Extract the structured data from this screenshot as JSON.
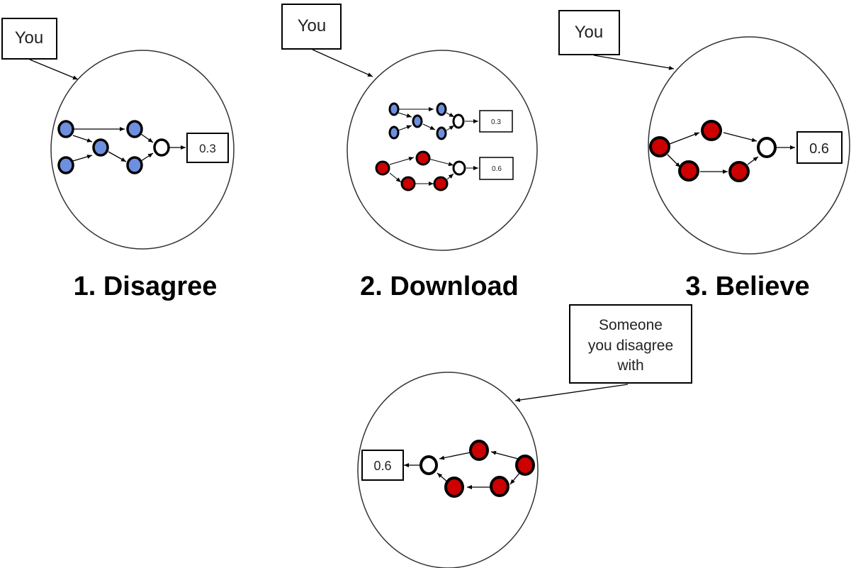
{
  "colors": {
    "believer_a": "#6d8fe0",
    "believer_b": "#cc0000",
    "output_node": "#ffffff",
    "stroke": "#000000"
  },
  "panels": [
    {
      "id": "disagree",
      "heading": "1. Disagree",
      "agent_label": "You",
      "models": [
        {
          "color": "believer_a",
          "output": "0.3"
        }
      ]
    },
    {
      "id": "download",
      "heading": "2. Download",
      "agent_label": "You",
      "models": [
        {
          "color": "believer_a",
          "output": "0.3"
        },
        {
          "color": "believer_b",
          "output": "0.6"
        }
      ]
    },
    {
      "id": "believe",
      "heading": "3. Believe",
      "agent_label": "You",
      "models": [
        {
          "color": "believer_b",
          "output": "0.6"
        }
      ]
    },
    {
      "id": "other-person",
      "heading": "",
      "agent_label_lines": [
        "Someone",
        "you disagree",
        "with"
      ],
      "models": [
        {
          "color": "believer_b",
          "output": "0.6"
        }
      ]
    }
  ]
}
